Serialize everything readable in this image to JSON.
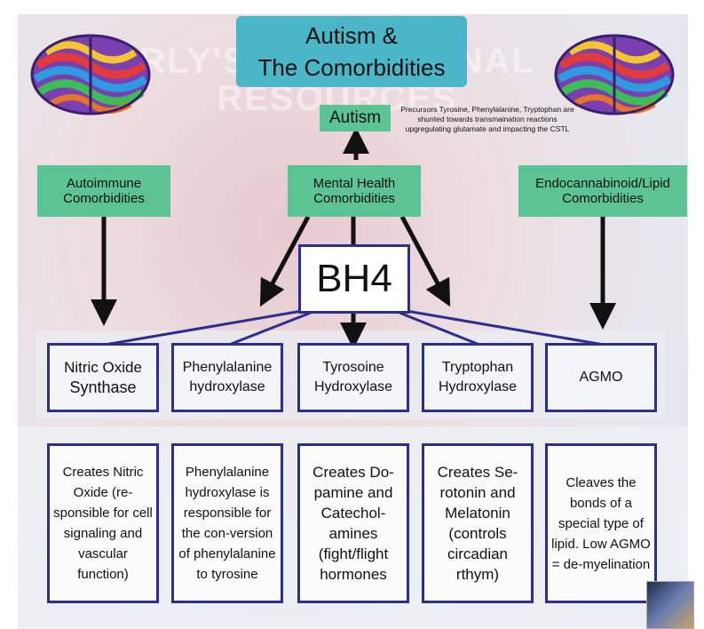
{
  "title": {
    "line1": "Autism &",
    "line2": "The Comorbidities"
  },
  "watermark": {
    "line1": "RLY'S EDUCATIONAL",
    "line2": "RESOURCES"
  },
  "autism_label": "Autism",
  "autism_note": "Precursors Tyrosine, Phenylalanine, Tryptophan are shunted towards transmaination reactions upgregulating glutamate and impacting the CSTL",
  "comorbidities": {
    "autoimmune": {
      "line1": "Autoimmune",
      "line2": "Comorbidities"
    },
    "mental_health": {
      "line1": "Mental Health",
      "line2": "Comorbidities"
    },
    "endocannabinoid": {
      "line1": "Endocannabinoid/Lipid",
      "line2": "Comorbidities"
    }
  },
  "bh4_label": "BH4",
  "enzymes": [
    {
      "line1": "Nitric Oxide",
      "line2": "Synthase"
    },
    {
      "line1": "Phenylalanine",
      "line2": "hydroxylase"
    },
    {
      "line1": "Tyrosoine",
      "line2": "Hydroxylase"
    },
    {
      "line1": "Tryptophan",
      "line2": "Hydroxylase"
    },
    {
      "line1": "AGMO",
      "line2": ""
    }
  ],
  "descriptions": [
    "Creates Nitric Oxide (re-sponsible for cell signaling and vascular function)",
    "Phenylalanine hydroxylase is responsible for the con-version of phenylalanine to tyrosine",
    "Creates Do-pamine and Catechol-amines (fight/flight hormones",
    "Creates Se-rotonin and Melatonin (controls circadian rthym)",
    "Cleaves the bonds of a special type of lipid. Low AGMO = de-myelination"
  ],
  "colors": {
    "title_bg": "#4bb6c8",
    "green_box": "#5bc394",
    "box_border": "#2d2f8f",
    "arrow": "#111111"
  },
  "icons": {
    "brain_left": "dna-brain-icon",
    "brain_right": "dna-brain-icon",
    "thumbnail": "lab-thumbnail"
  }
}
